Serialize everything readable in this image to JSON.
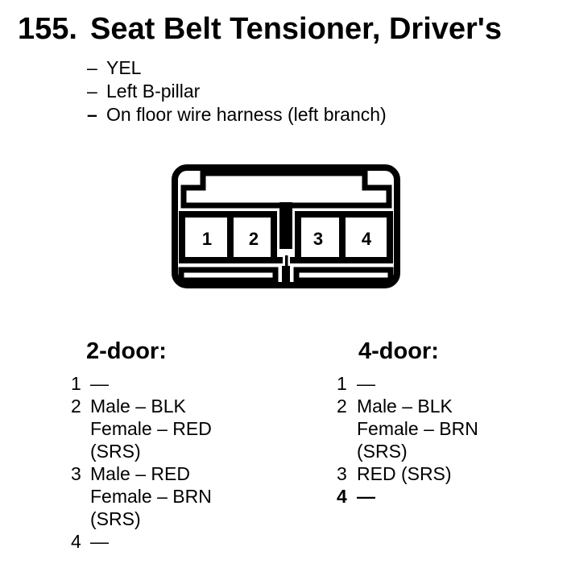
{
  "page": {
    "background": "#ffffff",
    "ink_color": "#000000"
  },
  "title": {
    "number": "155.",
    "text": "Seat Belt Tensioner, Driver's"
  },
  "details": {
    "dash": "–",
    "items": [
      "YEL",
      "Left B-pillar",
      "On floor wire harness (left branch)"
    ]
  },
  "connector": {
    "pins": [
      "1",
      "2",
      "3",
      "4"
    ]
  },
  "columns": [
    {
      "heading": "2-door:",
      "items": [
        {
          "num": "1",
          "lines": [
            "—"
          ]
        },
        {
          "num": "2",
          "lines": [
            "Male – BLK",
            "Female – RED",
            "(SRS)"
          ]
        },
        {
          "num": "3",
          "lines": [
            "Male – RED",
            "Female – BRN",
            "(SRS)"
          ]
        },
        {
          "num": "4",
          "lines": [
            "—"
          ]
        }
      ]
    },
    {
      "heading": "4-door:",
      "items": [
        {
          "num": "1",
          "lines": [
            "—"
          ]
        },
        {
          "num": "2",
          "lines": [
            "Male – BLK",
            "Female – BRN",
            "(SRS)"
          ]
        },
        {
          "num": "3",
          "lines": [
            "RED (SRS)"
          ]
        },
        {
          "num": "4",
          "lines": [
            "—"
          ]
        }
      ]
    }
  ]
}
